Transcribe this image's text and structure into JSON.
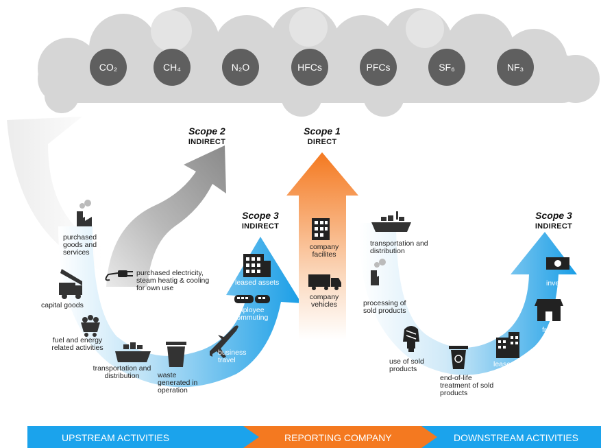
{
  "colors": {
    "cloud": "#d7d7d7",
    "gas_bubble": "#5f5f5f",
    "scope1": "#f47920",
    "scope2": "#8c8c8c",
    "scope3": "#1a9ee6",
    "band_blue": "#1ba3ec",
    "band_orange": "#f47920"
  },
  "gases": [
    "CO₂",
    "CH₄",
    "N₂O",
    "HFCs",
    "PFCs",
    "SF₆",
    "NF₃"
  ],
  "scope2": {
    "name": "Scope 2",
    "type": "INDIRECT"
  },
  "scope1": {
    "name": "Scope 1",
    "type": "DIRECT"
  },
  "scope3_up": {
    "name": "Scope 3",
    "type": "INDIRECT"
  },
  "scope3_down": {
    "name": "Scope 3",
    "type": "INDIRECT"
  },
  "upstream_items": {
    "purchased_goods": "purchased goods and services",
    "capital_goods": "capital goods",
    "fuel_energy": "fuel and energy related activities",
    "transport": "transportation and distribution",
    "waste": "waste generated in operation",
    "business_travel": "business travel",
    "employee_commuting": "employee commuting",
    "leased_assets": "leased assets",
    "purchased_electricity": "purchased electricity, steam heatig & cooling for own use"
  },
  "company_items": {
    "facilities": "company facilites",
    "vehicles": "company vehicles"
  },
  "downstream_items": {
    "transport": "transportation and distribution",
    "processing": "processing of sold products",
    "use": "use of sold products",
    "end_of_life": "end-of-life treatment of sold products",
    "leased_assets": "leased assets",
    "franchises": "franchises",
    "investments": "investments"
  },
  "band": {
    "upstream": "UPSTREAM ACTIVITIES",
    "reporting": "REPORTING COMPANY",
    "downstream": "DOWNSTREAM ACTIVITIES"
  },
  "icons": [
    "factory-icon",
    "truck-crane-icon",
    "coal-cart-icon",
    "ship-icon",
    "dumpster-icon",
    "airplane-icon",
    "train-icon",
    "office-building-icon",
    "plug-icon",
    "truck-icon",
    "bulb-icon",
    "recycle-bin-icon",
    "store-icon",
    "money-icon"
  ]
}
